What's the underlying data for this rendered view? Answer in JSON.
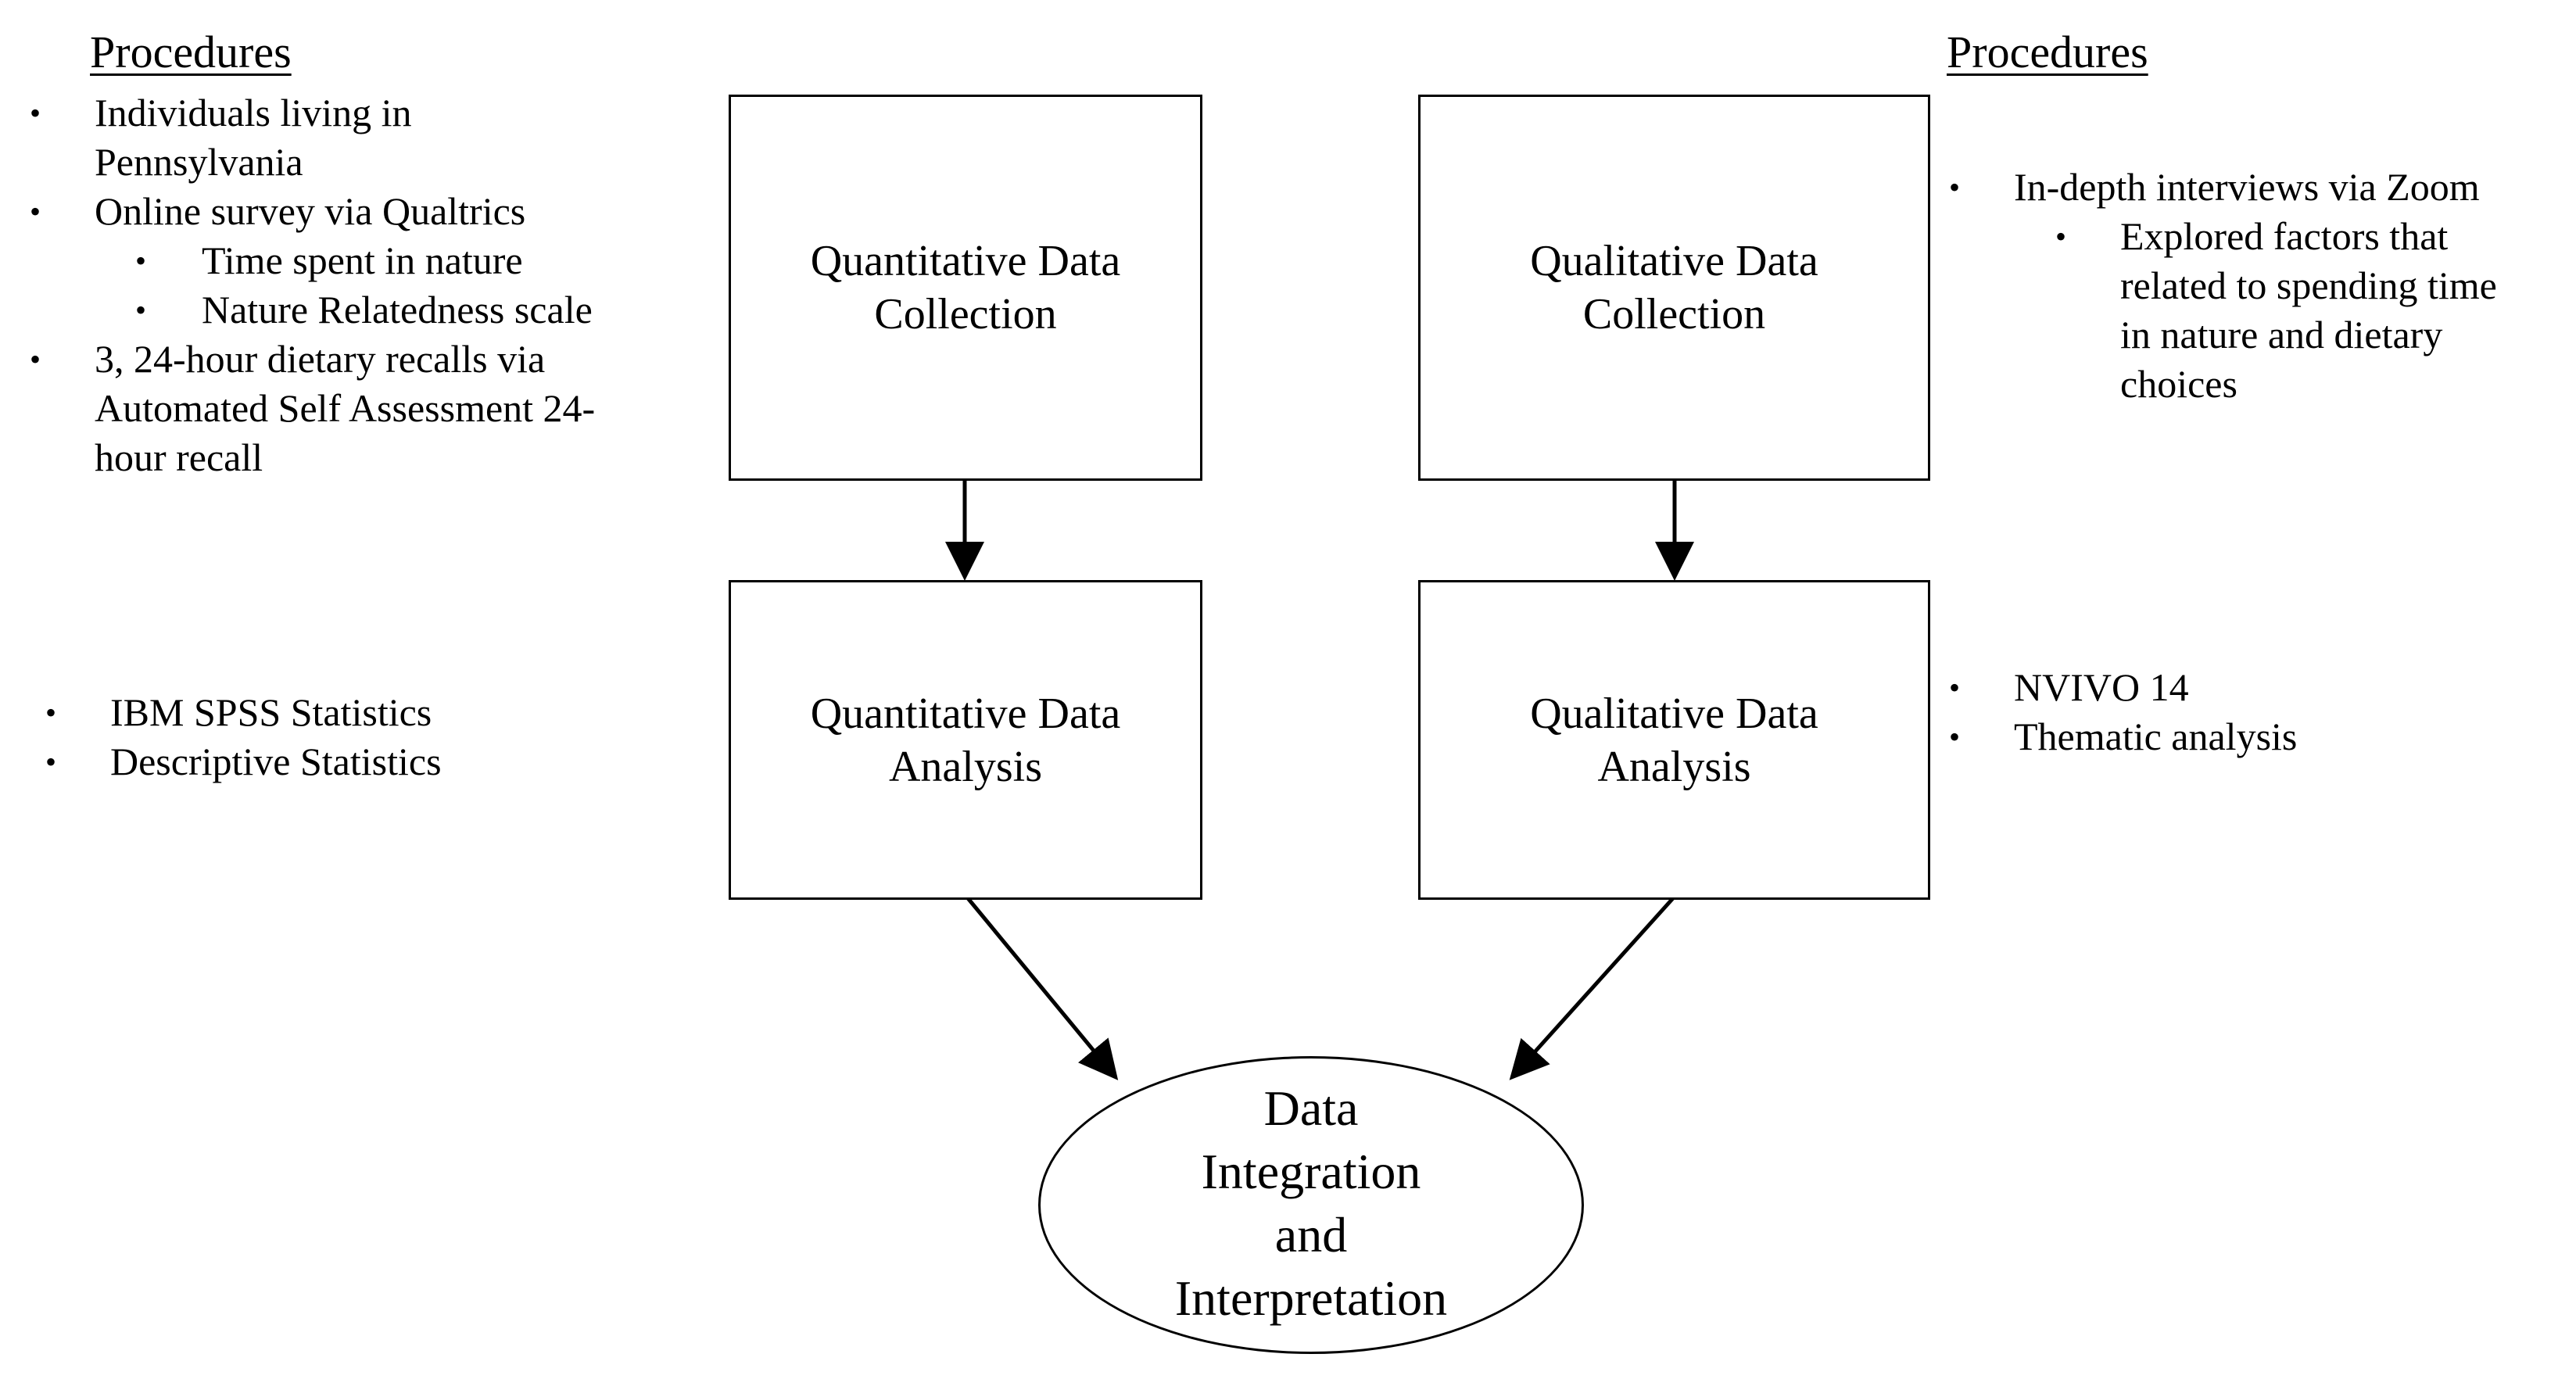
{
  "left_panel": {
    "heading": "Procedures",
    "collection_items": [
      {
        "text": "Individuals living in",
        "sub": false
      },
      {
        "text": "Pennsylvania",
        "sub": false,
        "continuation": true
      },
      {
        "text": "Online survey via Qualtrics",
        "sub": false
      },
      {
        "text": "Time spent in nature",
        "sub": true
      },
      {
        "text": "Nature Relatedness scale",
        "sub": true
      },
      {
        "text": "3, 24-hour dietary recalls via",
        "sub": false
      },
      {
        "text": "Automated Self Assessment 24-",
        "sub": false,
        "continuation": true
      },
      {
        "text": "hour recall",
        "sub": false,
        "continuation": true
      }
    ],
    "analysis_items": [
      "IBM SPSS Statistics",
      "Descriptive Statistics"
    ]
  },
  "right_panel": {
    "heading": "Procedures",
    "collection_items": [
      {
        "text": "In-depth interviews via Zoom",
        "sub": false
      },
      {
        "text": "Explored factors that",
        "sub": true
      },
      {
        "text": "related to spending time",
        "sub": true,
        "continuation": true
      },
      {
        "text": "in nature and dietary",
        "sub": true,
        "continuation": true
      },
      {
        "text": "choices",
        "sub": true,
        "continuation": true
      }
    ],
    "analysis_items": [
      "NVIVO 14",
      "Thematic analysis"
    ]
  },
  "boxes": {
    "quant_collection": {
      "line1": "Quantitative Data",
      "line2": "Collection"
    },
    "qual_collection": {
      "line1": "Qualitative Data",
      "line2": "Collection"
    },
    "quant_analysis": {
      "line1": "Quantitative Data",
      "line2": "Analysis"
    },
    "qual_analysis": {
      "line1": "Qualitative Data",
      "line2": "Analysis"
    }
  },
  "integration": {
    "lines": [
      "Data",
      "Integration",
      "and",
      "Interpretation"
    ]
  },
  "style": {
    "line_color": "#000000",
    "background": "#ffffff"
  }
}
